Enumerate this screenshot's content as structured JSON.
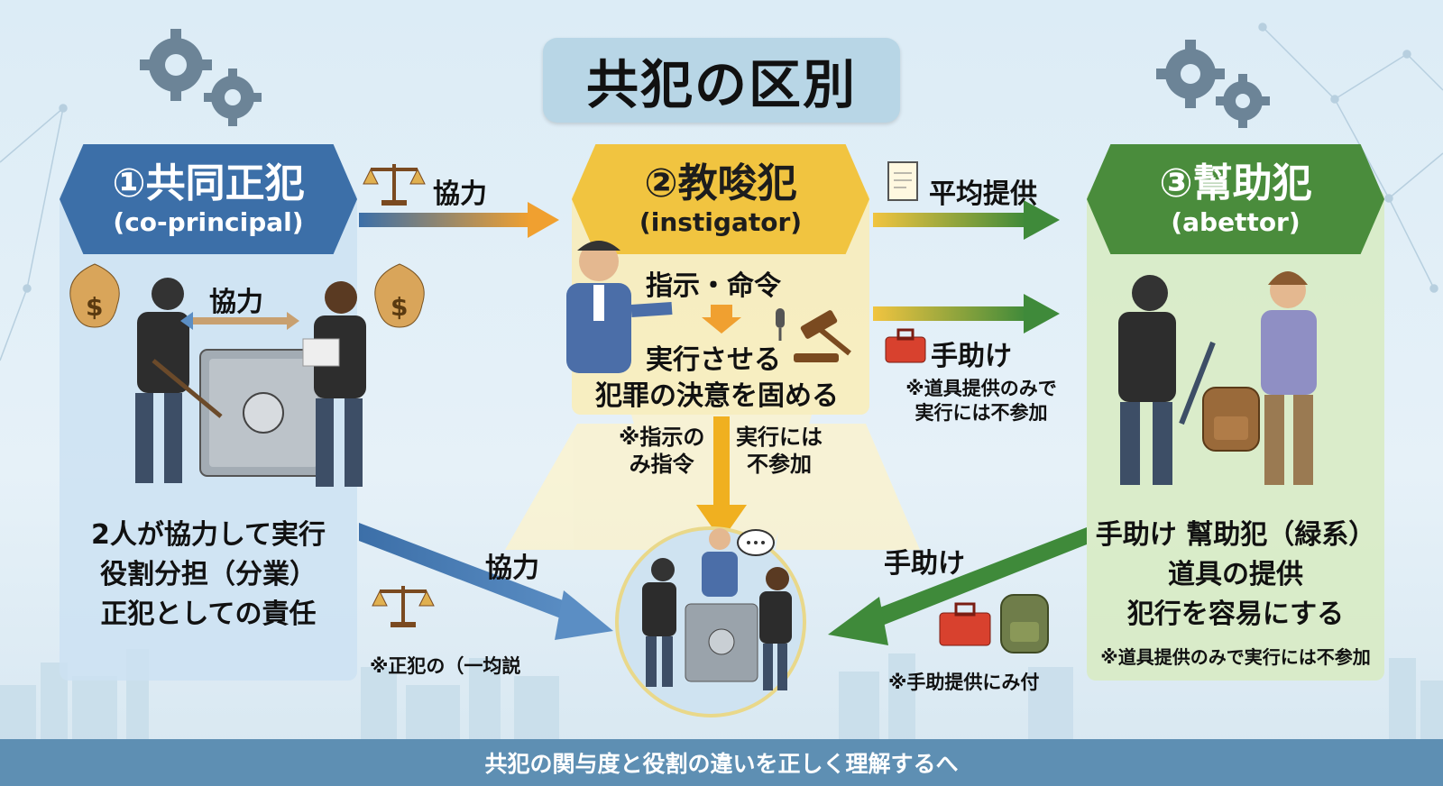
{
  "title": "共犯の区別",
  "columns": [
    {
      "heading": "①共同正犯",
      "english": "(co-principal)",
      "scene_label": "協力",
      "desc": [
        "2人が協力して実行",
        "役割分担（分業）",
        "正犯としての責任"
      ],
      "color": "#3c6fa8"
    },
    {
      "heading": "②教唆犯",
      "english": "(instigator)",
      "lines": [
        "指示・命令",
        "実行させる",
        "犯罪の決意を固める"
      ],
      "note_left": [
        "※指示の",
        "み指令"
      ],
      "note_right": [
        "実行には",
        "不参加"
      ],
      "color": "#f1c440"
    },
    {
      "heading": "③幫助犯",
      "english": "(abettor)",
      "desc": [
        "手助け 幫助犯（緑系）",
        "道具の提供",
        "犯行を容易にする"
      ],
      "note": "※道具提供のみで実行には不参加",
      "color": "#4a8c3c"
    }
  ],
  "arrows": {
    "top_left": "協力",
    "top_right": "平均提供",
    "mid_right": "手助け",
    "mid_right_note": [
      "※道具提供のみで",
      "実行には不参加"
    ],
    "bottom_left": "協力",
    "bottom_left_note": "※正犯の（一均説",
    "bottom_right": "手助け",
    "bottom_right_note": "※手助提供にみ付"
  },
  "footer": "共犯の関与度と役割の違いを正しく理解するへ"
}
